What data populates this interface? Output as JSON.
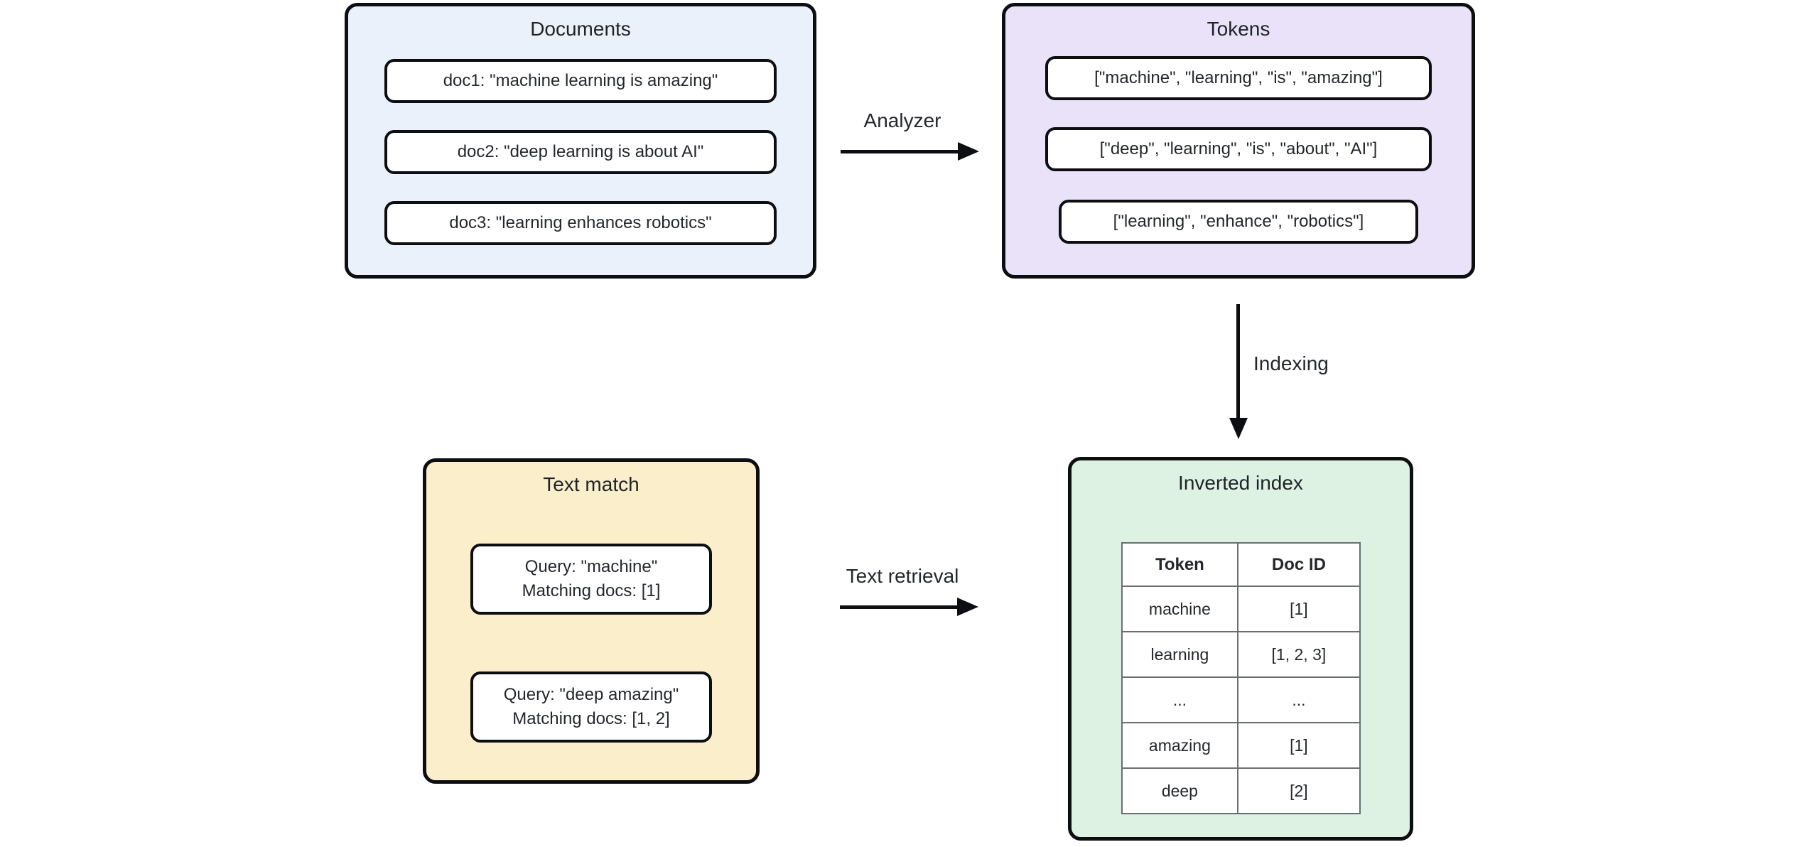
{
  "colors": {
    "documents_fill": "#ebf1fa",
    "tokens_fill": "#e9e2f8",
    "text_match_fill": "#fbeecb",
    "inverted_index_fill": "#ddf2e2",
    "node_border": "#0d0e12",
    "table_border": "#6a6e73",
    "text": "#24272c",
    "background": "#ffffff"
  },
  "documents": {
    "title": "Documents",
    "items": [
      "doc1: \"machine learning is amazing\"",
      "doc2: \"deep learning is about AI\"",
      "doc3: \"learning enhances robotics\""
    ]
  },
  "tokens": {
    "title": "Tokens",
    "items": [
      "[\"machine\", \"learning\", \"is\", \"amazing\"]",
      "[\"deep\", \"learning\", \"is\", \"about\", \"AI\"]",
      "[\"learning\", \"enhance\", \"robotics\"]"
    ]
  },
  "edges": {
    "analyzer": "Analyzer",
    "indexing": "Indexing",
    "text_retrieval": "Text retrieval"
  },
  "text_match": {
    "title": "Text match",
    "queries": [
      {
        "query": "Query: \"machine\"",
        "result": "Matching docs: [1]"
      },
      {
        "query": "Query: \"deep amazing\"",
        "result": "Matching docs: [1, 2]"
      }
    ]
  },
  "inverted_index": {
    "title": "Inverted index",
    "table": {
      "headers": [
        "Token",
        "Doc ID"
      ],
      "rows": [
        [
          "machine",
          "[1]"
        ],
        [
          "learning",
          "[1, 2, 3]"
        ],
        [
          "...",
          "..."
        ],
        [
          "amazing",
          "[1]"
        ],
        [
          "deep",
          "[2]"
        ]
      ]
    }
  }
}
